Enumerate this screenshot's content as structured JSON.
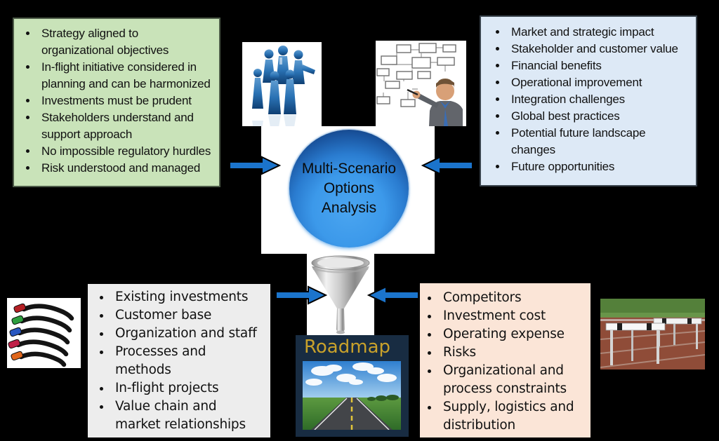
{
  "slide": {
    "background_color": "#000000",
    "center": {
      "title_lines": [
        "Multi-Scenario",
        "Options",
        "Analysis"
      ],
      "circle_color": "#2a7cd0"
    },
    "boxes": {
      "top_left": {
        "bg": "#c9e3b9",
        "items": [
          "Strategy aligned to\norganizational objectives",
          "In-flight initiative considered in\nplanning and can be harmonized",
          "Investments must be prudent",
          "Stakeholders understand and\nsupport approach",
          "No impossible regulatory hurdles",
          "Risk understood and managed"
        ]
      },
      "top_right": {
        "bg": "#dde9f6",
        "items": [
          "Market and strategic impact",
          "Stakeholder and customer value",
          "Financial benefits",
          "Operational improvement",
          "Integration challenges",
          "Global best practices",
          "Potential future landscape\nchanges",
          "Future opportunities"
        ]
      },
      "bottom_left": {
        "bg": "#ededed",
        "items": [
          "Existing investments",
          "Customer base",
          "Organization and staff",
          "Processes and\nmethods",
          "In-flight projects",
          "Value chain and\nmarket relationships"
        ]
      },
      "bottom_right": {
        "bg": "#fbe5d7",
        "items": [
          "Competitors",
          "Investment cost",
          "Operating expense",
          "Risks",
          "Organizational and\nprocess constraints",
          "Supply, logistics and\ndistribution"
        ]
      }
    },
    "roadmap": {
      "label": "Roadmap",
      "bg": "#182c42",
      "label_color": "#c8a12b"
    },
    "arrow_color": "#1b74cc",
    "images": {
      "top_center_left": "business-team-silhouettes",
      "top_center_right": "man-drawing-flowchart",
      "bottom_far_left": "gear-shift-levers",
      "bottom_far_right": "track-hurdles",
      "bottom_center": "open-road-photo",
      "center_bottom": "metal-funnel"
    }
  }
}
